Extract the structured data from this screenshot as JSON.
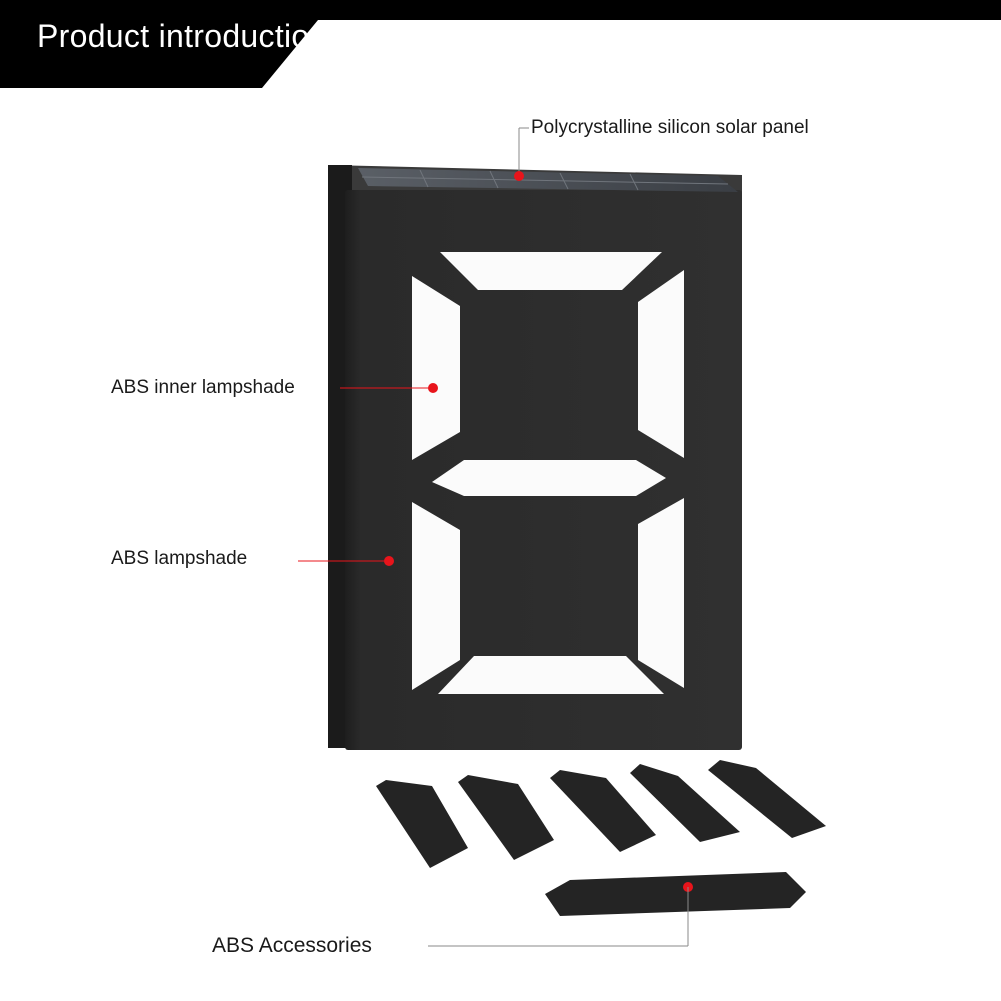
{
  "header": {
    "title": "Product introduction"
  },
  "callouts": {
    "solar_panel": "Polycrystalline silicon solar panel",
    "inner_lampshade": "ABS inner lampshade",
    "lampshade": "ABS lampshade",
    "accessories": "ABS Accessories"
  },
  "colors": {
    "header_bg": "#000000",
    "housing": "#2b2b2b",
    "callout_dot": "#e8141b",
    "callout_line": "#8a8a8a"
  }
}
